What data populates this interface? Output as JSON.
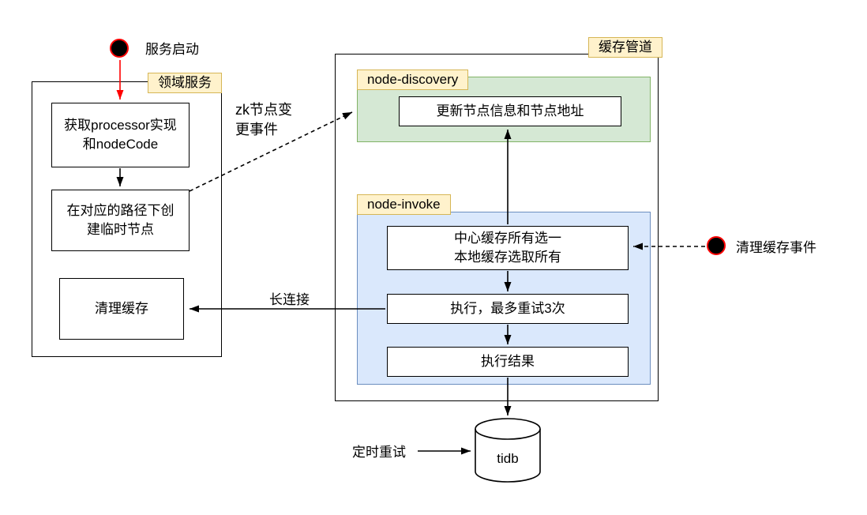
{
  "diagram": {
    "start_event": {
      "label": "服务启动"
    },
    "domain_service": {
      "tag": "领域服务",
      "get_processor_box": "获取processor实现\n和nodeCode",
      "create_temp_node_box": "在对应的路径下创\n建临时节点",
      "clear_cache_box": "清理缓存"
    },
    "cache_pipeline": {
      "tag": "缓存管道",
      "node_discovery": {
        "tag": "node-discovery",
        "update_node_box": "更新节点信息和节点地址"
      },
      "node_invoke": {
        "tag": "node-invoke",
        "cache_select_box": "中心缓存所有选一\n本地缓存选取所有",
        "execute_box": "执行，最多重试3次",
        "execute_result_box": "执行结果"
      }
    },
    "edge_labels": {
      "zk_node_change_event": "zk节点变\n更事件",
      "long_connection": "长连接",
      "clear_cache_event": "清理缓存事件",
      "timed_retry": "定时重试"
    },
    "database": {
      "label": "tidb"
    },
    "colors": {
      "tag_bg": "#fff2cc",
      "tag_border": "#d6b656",
      "green_bg": "#d5e8d4",
      "green_border": "#82b366",
      "blue_bg": "#dae8fc",
      "blue_border": "#6c8ebf",
      "accent_red": "#ff0000"
    }
  }
}
